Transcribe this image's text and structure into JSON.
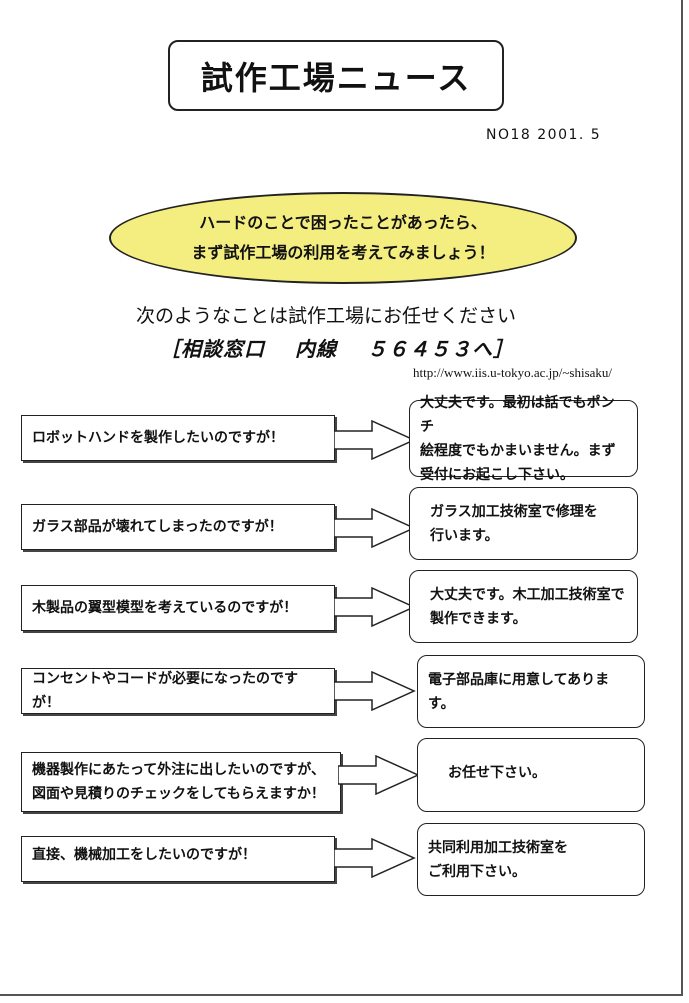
{
  "title": "試作工場ニュース",
  "issue": "NO18  2001. 5",
  "banner": {
    "line1": "ハードのことで困ったことがあったら、",
    "line2": "まず試作工場の利用を考えてみましょう！"
  },
  "lead": "次のようなことは試作工場にお任せください",
  "contact": {
    "open": "［相談窓口",
    "extension_label": "内線",
    "number": "５６４５３へ］"
  },
  "url": "http://www.iis.u-tokyo.ac.jp/~shisaku/",
  "qa": [
    {
      "question": "ロボットハンドを製作したいのですが！",
      "answer": "大丈夫です。最初は話でもポンチ\n絵程度でもかまいません。まず\n受付にお起こし下さい。"
    },
    {
      "question": "ガラス部品が壊れてしまったのですが！",
      "answer": "ガラス加工技術室で修理を\n行います。"
    },
    {
      "question": "木製品の翼型模型を考えているのですが！",
      "answer": "大丈夫です。木工加工技術室で\n製作できます。"
    },
    {
      "question": "コンセントやコードが必要になったのですが！",
      "answer": "電子部品庫に用意してあります。"
    },
    {
      "question": "機器製作にあたって外注に出したいのですが、\n図面や見積りのチェックをしてもらえますか！",
      "answer": "お任せ下さい。"
    },
    {
      "question": "直接、機械加工をしたいのですが！",
      "answer": "共同利用加工技術室を\nご利用下さい。"
    }
  ]
}
